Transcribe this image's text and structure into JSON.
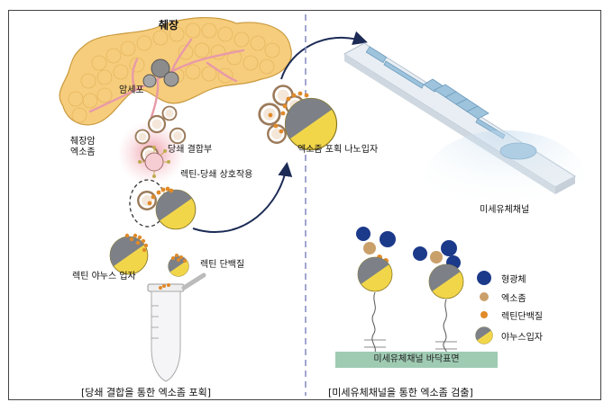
{
  "left_panel": {
    "pancreas": "췌장",
    "cancer_cell": "암세포",
    "pancreatic_exosome": [
      "췌장암",
      "엑소좀"
    ],
    "glycan_binding_site": "당쇄 결합부",
    "lectin_glycan_interaction": "렉틴-당쇄 상호작용",
    "lectin_janus_particle": "렉틴 야누스 입자",
    "lectin_protein": "렉틴 단백질",
    "caption": "[당쇄 결합을 통한 엑소좀 포획]"
  },
  "right_panel": {
    "capture_nanoparticle": "엑소좀 포획 나노입자",
    "microfluidic_channel": "미세유체채널",
    "channel_floor": "미세유체채널 바닥표면",
    "caption": "[미세유체채널을 통한 엑소좀 검출]",
    "legend": [
      {
        "label": "형광체",
        "color": "#1c3a8a"
      },
      {
        "label": "엑소좀",
        "color": "#caa06a"
      },
      {
        "label": "렉틴단백질",
        "color": "#e08a2a"
      },
      {
        "label": "야누스입자",
        "color": "janus"
      }
    ]
  },
  "colors": {
    "pancreas": "#f6cd7c",
    "vessel": "#e89aa8",
    "janus_yellow": "#f2d64a",
    "janus_gray": "#7d8187",
    "fluorophore": "#1c3a8a",
    "channel": "#9ec3dc",
    "divider": "#8a8fc4"
  }
}
